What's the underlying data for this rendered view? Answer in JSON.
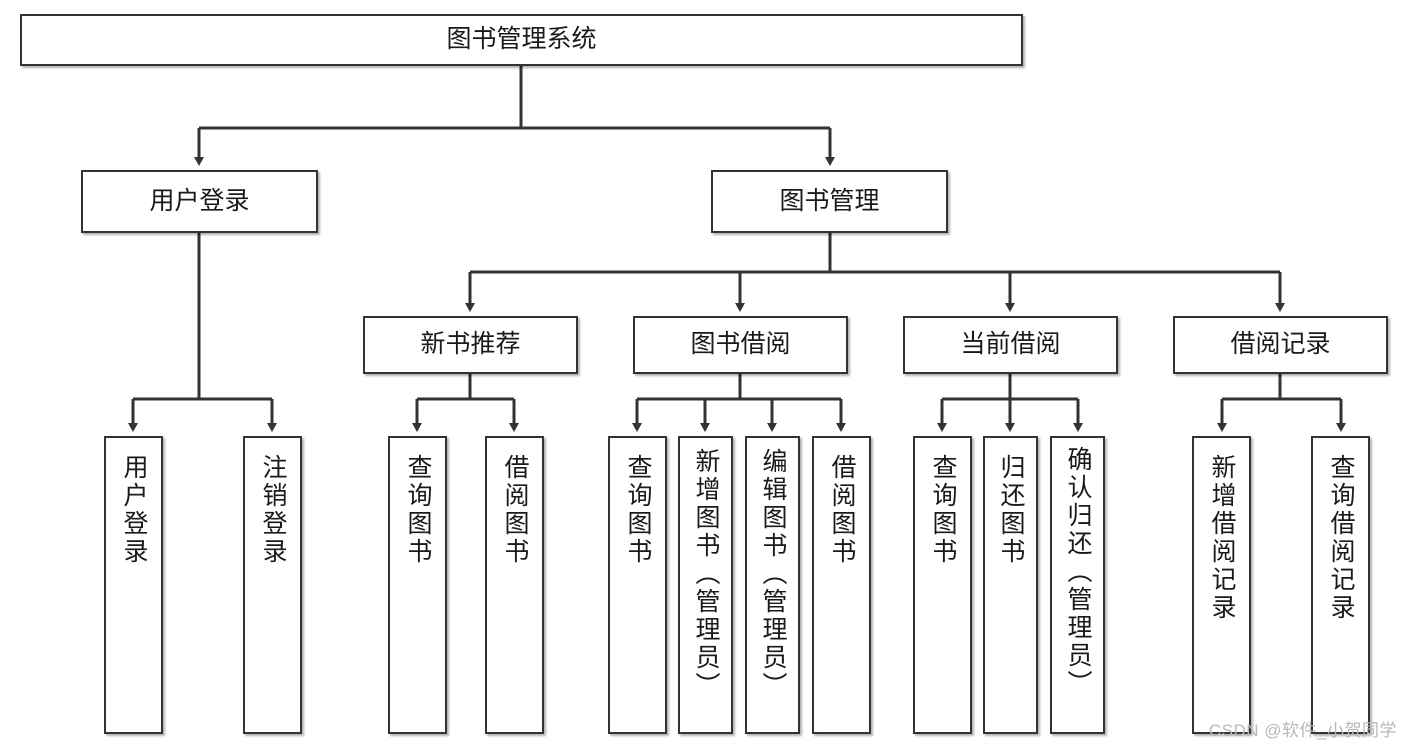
{
  "diagram": {
    "title": "图书管理系统",
    "type": "tree-hierarchy-diagram",
    "watermark": "CSDN @软件_小贺同学",
    "colors": {
      "node_border": "#333333",
      "node_fill": "#ffffff",
      "edge": "#333333",
      "background": "#ffffff",
      "watermark": "#b8b8b8"
    },
    "nodes": {
      "root": {
        "label": "图书管理系统"
      },
      "level2": [
        {
          "id": "user-login",
          "label": "用户登录"
        },
        {
          "id": "book-management",
          "label": "图书管理"
        }
      ],
      "level3": [
        {
          "id": "new-book-recommend",
          "label": "新书推荐"
        },
        {
          "id": "book-borrow",
          "label": "图书借阅"
        },
        {
          "id": "current-borrow",
          "label": "当前借阅"
        },
        {
          "id": "borrow-record",
          "label": "借阅记录"
        }
      ],
      "leaves": {
        "user_login": [
          {
            "id": "leaf-user-login",
            "label": "用户登录"
          },
          {
            "id": "leaf-logout-login",
            "label": "注销登录"
          }
        ],
        "new_book_recommend": [
          {
            "id": "leaf-query-book-1",
            "label": "查询图书"
          },
          {
            "id": "leaf-borrow-book-1",
            "label": "借阅图书"
          }
        ],
        "book_borrow": [
          {
            "id": "leaf-query-book-2",
            "label": "查询图书"
          },
          {
            "id": "leaf-add-book",
            "label": "新增图书（管理员）"
          },
          {
            "id": "leaf-edit-book",
            "label": "编辑图书（管理员）"
          },
          {
            "id": "leaf-borrow-book-2",
            "label": "借阅图书"
          }
        ],
        "current_borrow": [
          {
            "id": "leaf-query-book-3",
            "label": "查询图书"
          },
          {
            "id": "leaf-return-book",
            "label": "归还图书"
          },
          {
            "id": "leaf-confirm-return",
            "label": "确认归还（管理员）"
          }
        ],
        "borrow_record": [
          {
            "id": "leaf-add-record",
            "label": "新增借阅记录"
          },
          {
            "id": "leaf-query-record",
            "label": "查询借阅记录"
          }
        ]
      }
    }
  }
}
